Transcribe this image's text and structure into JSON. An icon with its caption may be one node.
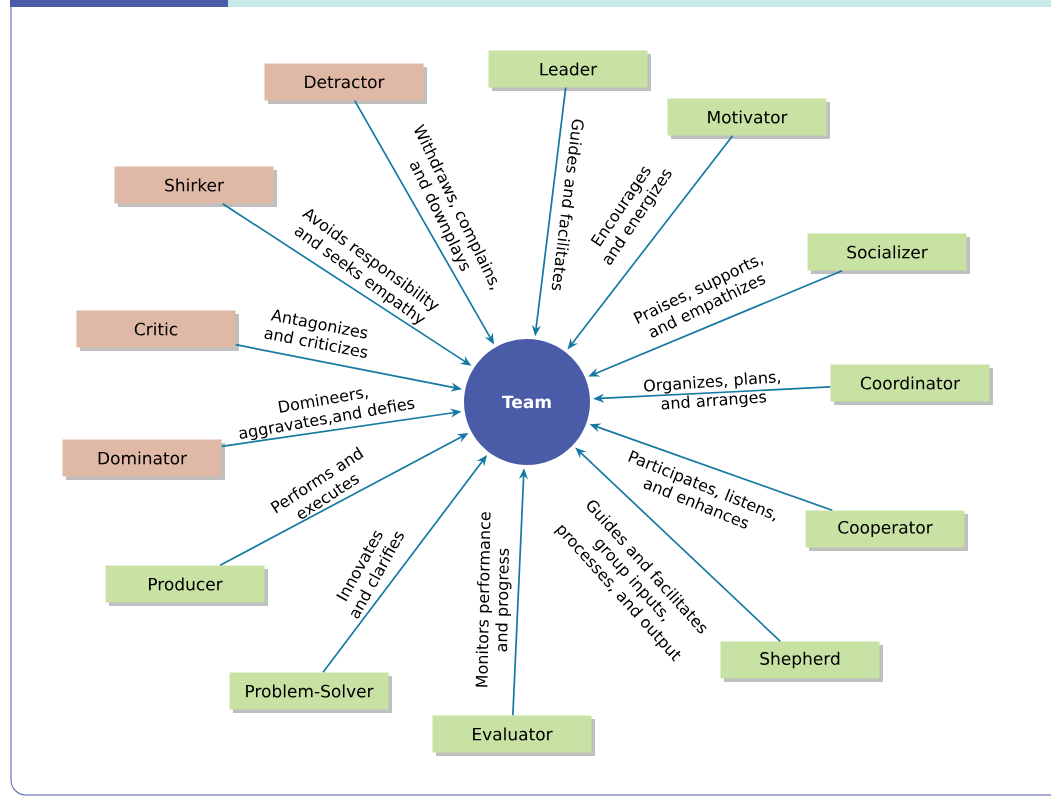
{
  "diagram": {
    "nodes": [
      {
        "text": [
          "Team"
        ]
      },
      {
        "text": [
          "Detractor"
        ]
      },
      {
        "text": [
          "Leader"
        ]
      },
      {
        "text": [
          "Motivator"
        ]
      },
      {
        "text": [
          "Shirker"
        ]
      },
      {
        "text": [
          "Socializer"
        ]
      },
      {
        "text": [
          "Critic"
        ]
      },
      {
        "text": [
          "Coordinator"
        ]
      },
      {
        "text": [
          "Dominator"
        ]
      },
      {
        "text": [
          "Cooperator"
        ]
      },
      {
        "text": [
          "Producer"
        ]
      },
      {
        "text": [
          "Shepherd"
        ]
      },
      {
        "text": [
          "Problem-Solver"
        ]
      },
      {
        "text": [
          "Evaluator"
        ]
      }
    ],
    "edges": [
      {
        "from": 1,
        "to": 0,
        "arrow": "to",
        "label": "Withdraws, complains, and downplays"
      },
      {
        "from": 2,
        "to": 0,
        "arrow": "to",
        "label": "Guides and facilitates"
      },
      {
        "from": 3,
        "to": 0,
        "arrow": "to",
        "label": "Encourages and energizes"
      },
      {
        "from": 4,
        "to": 0,
        "arrow": "to",
        "label": "Avoids responsibility and seeks empathy"
      },
      {
        "from": 5,
        "to": 0,
        "arrow": "to",
        "label": "Praises, supports, and empathizes"
      },
      {
        "from": 6,
        "to": 0,
        "arrow": "to",
        "label": "Antagonizes and criticizes"
      },
      {
        "from": 7,
        "to": 0,
        "arrow": "to",
        "label": "Organizes, plans, and arranges"
      },
      {
        "from": 8,
        "to": 0,
        "arrow": "to",
        "label": "Domineers, aggravates,and defies"
      },
      {
        "from": 9,
        "to": 0,
        "arrow": "to",
        "label": "Participates, listens, and enhances"
      },
      {
        "from": 10,
        "to": 0,
        "arrow": "to",
        "label": "Performs and executes"
      },
      {
        "from": 11,
        "to": 0,
        "arrow": "to",
        "label": "Guides and facilitates group inputs, processes, and output"
      },
      {
        "from": 12,
        "to": 0,
        "arrow": "to",
        "label": "Innovates and clarifies"
      },
      {
        "from": 13,
        "to": 0,
        "arrow": "to",
        "label": "Monitors performance and progress"
      }
    ]
  }
}
